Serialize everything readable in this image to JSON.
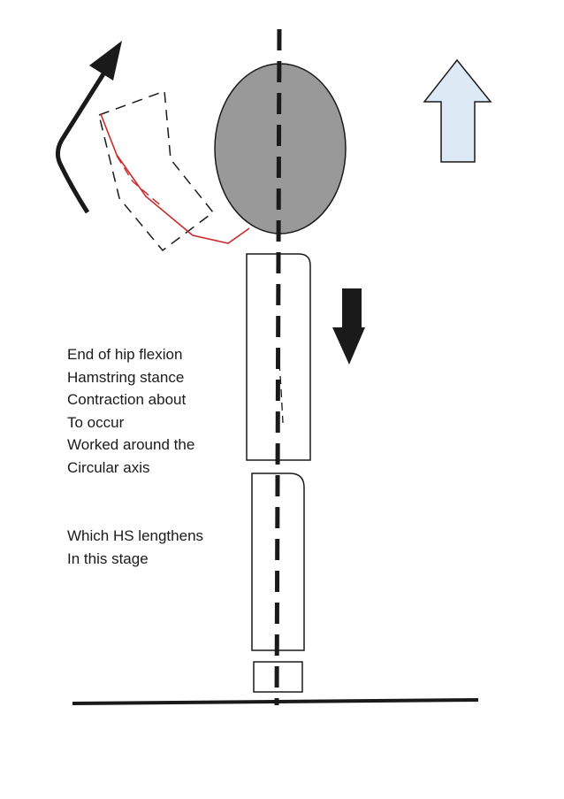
{
  "colors": {
    "head_fill": "#999999",
    "outline": "#1a1a1a",
    "hamstring_line": "#cc2a2a",
    "up_arrow_fill": "#dde9f5",
    "page_background": "#ffffff"
  },
  "icons": {
    "curved_arrow": "curved-arrow-icon",
    "up_arrow": "up-arrow-icon",
    "down_arrow": "down-arrow-icon"
  },
  "caption_1": [
    "End of hip flexion",
    "Hamstring stance",
    "Contraction about",
    "To occur",
    "Worked around the",
    "Circular axis"
  ],
  "caption_2": [
    "Which HS lengthens",
    "In this stage"
  ]
}
